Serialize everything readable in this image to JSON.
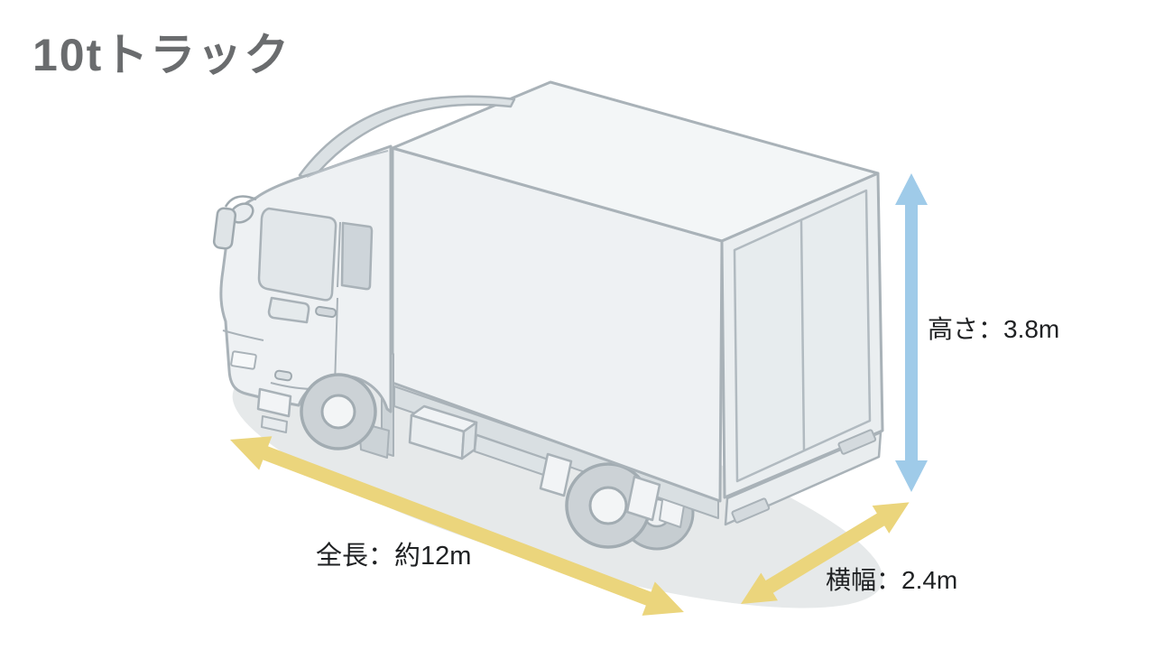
{
  "title": "10tトラック",
  "labels": {
    "height": "高さ：3.8m",
    "length": "全長：約12m",
    "width": "横幅：2.4m"
  },
  "dimensions": {
    "height": "3.8m",
    "length": "約12m",
    "width": "2.4m"
  },
  "colors": {
    "height_arrow": "#9fcbe9",
    "length_arrow": "#ebd57c",
    "width_arrow": "#ebd57c",
    "truck_body": "#eef1f3",
    "truck_top": "#f3f6f7",
    "truck_rear": "#eaeef0",
    "truck_outline": "#a9b2b8",
    "wheel_fill": "#ccd2d6",
    "shadow": "#e6e9ea",
    "title_text": "#6a6c6e",
    "label_text": "#1f2123"
  }
}
